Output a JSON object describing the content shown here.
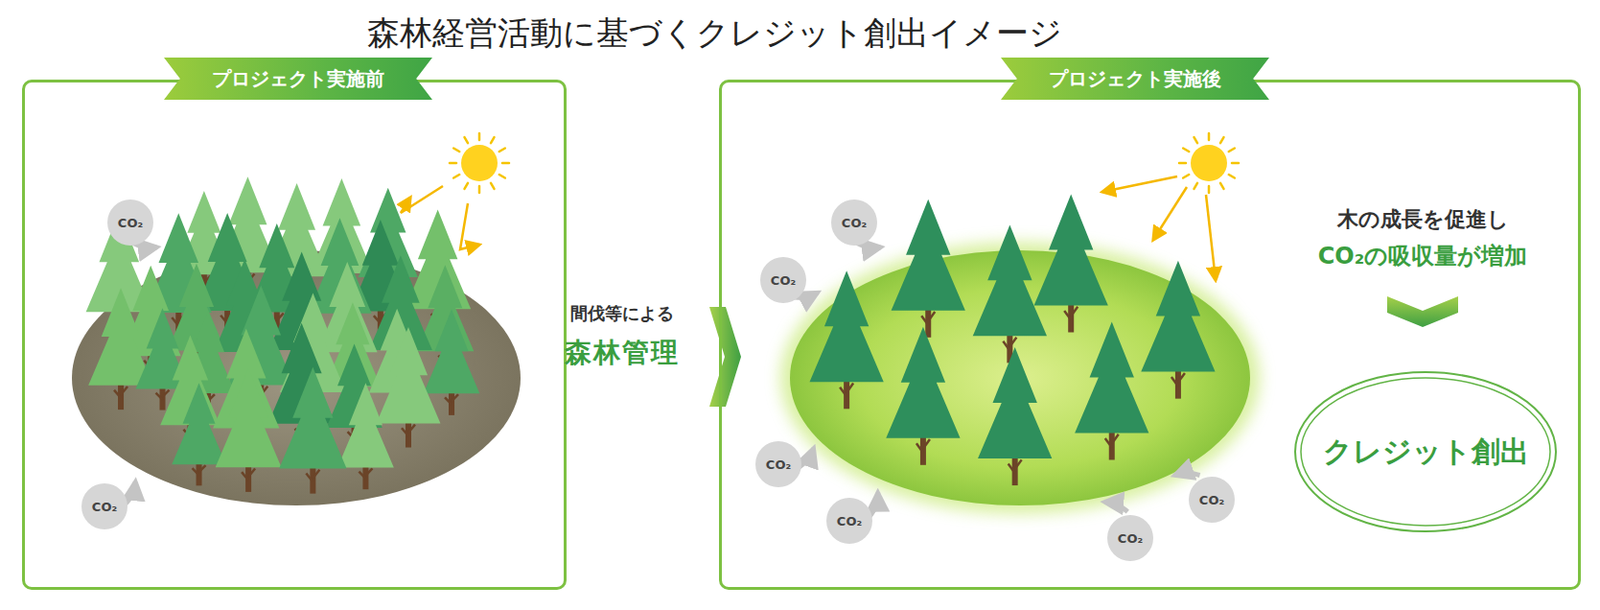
{
  "diagram": {
    "title": "森林経営活動に基づくクレジット創出イメージ",
    "nodes": [
      {
        "text": [
          "プロジェクト実施前"
        ]
      },
      {
        "text": [
          "CO₂"
        ],
        "in": 0
      },
      {
        "text": [
          "CO₂"
        ],
        "in": 0
      },
      {
        "text": [
          "プロジェクト実施後"
        ]
      },
      {
        "text": [
          "CO₂"
        ],
        "in": 3
      },
      {
        "text": [
          "CO₂"
        ],
        "in": 3
      },
      {
        "text": [
          "CO₂"
        ],
        "in": 3
      },
      {
        "text": [
          "CO₂"
        ],
        "in": 3
      },
      {
        "text": [
          "CO₂"
        ],
        "in": 3
      },
      {
        "text": [
          "CO₂"
        ],
        "in": 3
      },
      {
        "text": [
          "クレジット創出"
        ],
        "in": 3
      }
    ],
    "labels": [
      "間伐等による",
      "森林管理",
      "木の成長を促進し",
      "CO₂の吸収量が増加"
    ]
  }
}
